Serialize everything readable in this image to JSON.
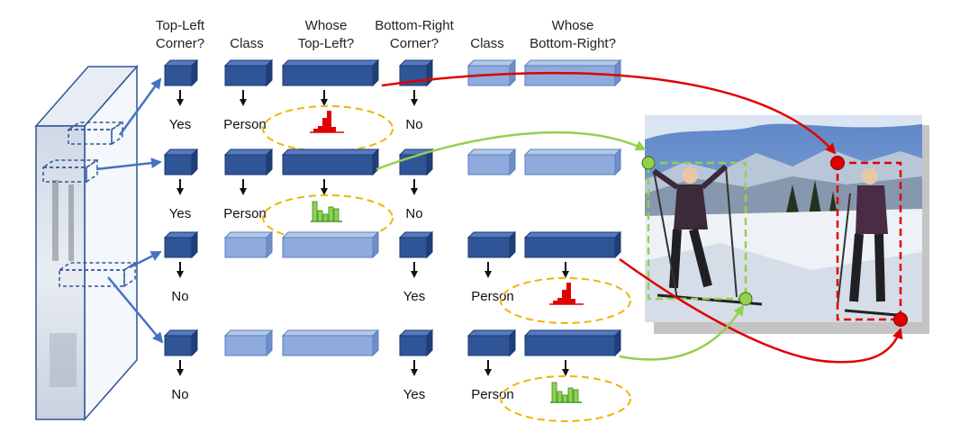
{
  "headers": {
    "top_left_corner": [
      "Top-Left",
      "Corner?"
    ],
    "class_1": "Class",
    "whose_top_left": [
      "Whose",
      "Top-Left?"
    ],
    "bottom_right_corner": [
      "Bottom-Right",
      "Corner?"
    ],
    "class_2": "Class",
    "whose_bottom_right": [
      "Whose",
      "Bottom-Right?"
    ]
  },
  "rows": [
    {
      "corner_tl": "Yes",
      "class_tl": "Person",
      "corner_br": "No",
      "class_br": ""
    },
    {
      "corner_tl": "Yes",
      "class_tl": "Person",
      "corner_br": "No",
      "class_br": ""
    },
    {
      "corner_tl": "No",
      "class_tl": "",
      "corner_br": "Yes",
      "class_br": "Person"
    },
    {
      "corner_tl": "No",
      "class_tl": "",
      "corner_br": "Yes",
      "class_br": "Person"
    }
  ],
  "colors": {
    "block_dark": "#2f5597",
    "block_light": "#8faadc",
    "red": "#e00000",
    "green": "#92d050",
    "ellipse": "#f0b400",
    "arrow_blue": "#4472c4"
  }
}
